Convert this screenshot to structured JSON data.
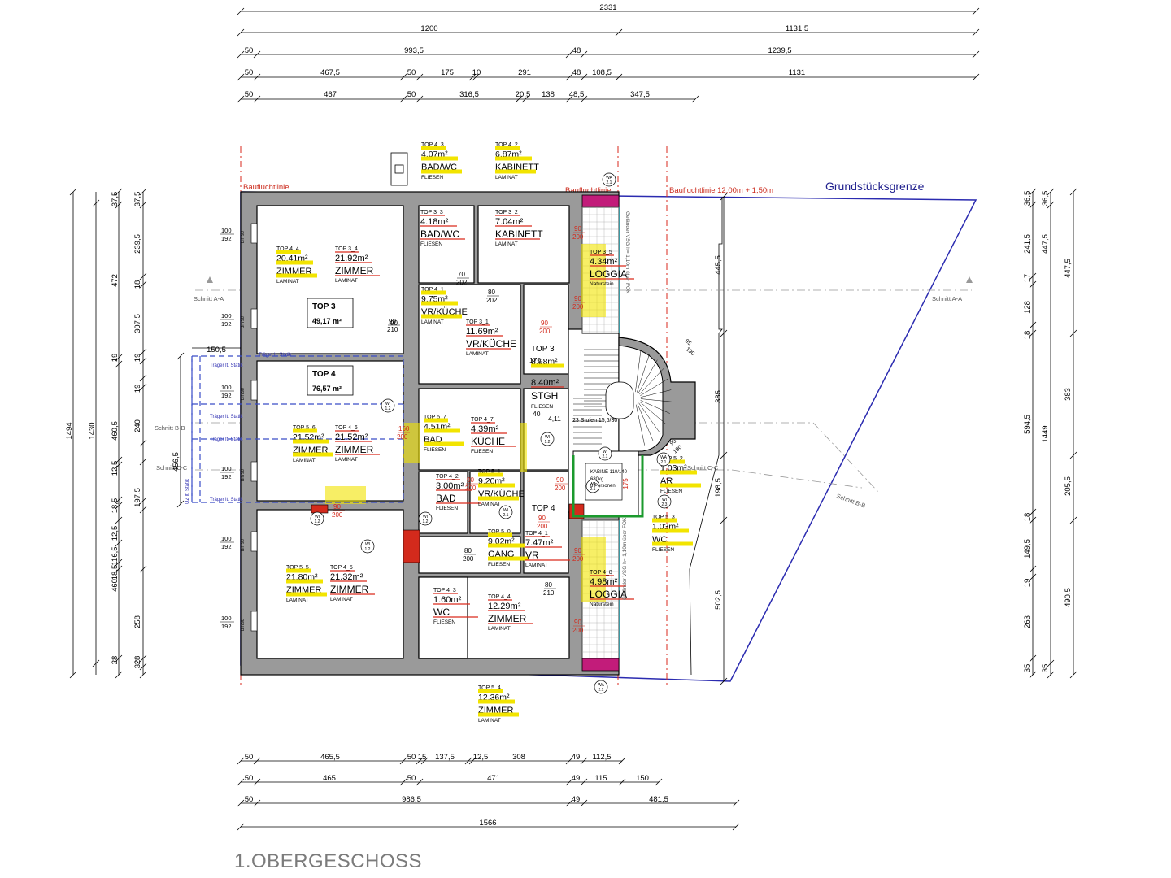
{
  "floor_title": "1.OBERGESCHOSS",
  "boundary": {
    "grundstuecksgrenze": "Grundstücksgrenze",
    "baufluchtlinie_left": "Baufluchtlinie",
    "baufluchtlinie_mid": "Baufluchtlinie",
    "baufluchtlinie_right": "Baufluchtlinie 12,00m + 1,50m"
  },
  "sections": {
    "a_left": "Schnitt A-A",
    "a_right": "Schnitt A-A",
    "b_left": "Schnitt B-B",
    "b_right": "Schnitt B-B",
    "c_left": "Schnitt C-C",
    "c_right": "Schnitt C-C"
  },
  "top_dims": [
    [
      "2331"
    ],
    [
      "1200",
      "1131,5"
    ],
    [
      "50",
      "993,5",
      "48",
      "1239,5"
    ],
    [
      "50",
      "467,5",
      "50",
      "175",
      "10",
      "291",
      "48",
      "108,5",
      "1131"
    ],
    [
      "50",
      "467",
      "50",
      "316,5",
      "20,5",
      "138",
      "48,5",
      "347,5"
    ]
  ],
  "bottom_dims": [
    [
      "50",
      "465,5",
      "50",
      "15",
      "137,5",
      "12,5",
      "308",
      "49",
      "112,5"
    ],
    [
      "50",
      "465",
      "50",
      "471",
      "49",
      "115",
      "150"
    ],
    [
      "50",
      "986,5",
      "49",
      "481,5"
    ],
    [
      "1566"
    ]
  ],
  "left_dims": {
    "col1": [
      "1494"
    ],
    "col2": [
      "1430"
    ],
    "col3": [
      "37,5",
      "472",
      "19",
      "460,5",
      "12,5",
      "18,5",
      "12,5",
      "116,5",
      "18,5",
      "460",
      "28"
    ],
    "col4": [
      "37,5",
      "239,5",
      "18",
      "307,5",
      "19",
      "240",
      "19",
      "197,5",
      "28",
      "258",
      "32"
    ],
    "extra": [
      "150,5",
      "456,5"
    ]
  },
  "right_dims": {
    "col1": [
      "36,5",
      "241,5",
      "17",
      "128",
      "18",
      "594,5",
      "18",
      "149,5",
      "19",
      "263",
      "35"
    ],
    "col2": [
      "36,5",
      "447,5",
      "383",
      "205,5",
      "490,5",
      "35"
    ],
    "col3": [
      "1449"
    ],
    "inner": [
      "445,5",
      "385",
      "198,5",
      "502,5"
    ]
  },
  "window_marks": {
    "top": "100",
    "bottom": "192",
    "side": "Brh 98"
  },
  "plate_labels": [
    "Träger lt. Statik",
    "Träger lt. Statik",
    "Träger lt. Statik",
    "Träger lt. Statik",
    "Träger lt. Statik",
    "UZ lt. Statik"
  ],
  "apartments": [
    {
      "name": "TOP 3",
      "area": "49,17 m²"
    },
    {
      "name": "TOP 4",
      "area": "76,57 m²"
    }
  ],
  "rooms": [
    {
      "old_id": "TOP 4_4",
      "old_area": "20.41m²",
      "old_name": "ZIMMER",
      "old_floor": "LAMINAT",
      "id": "TOP 3_4",
      "area": "21.92m²",
      "name": "ZIMMER",
      "floor": "LAMINAT"
    },
    {
      "old_id": "TOP 4_3",
      "old_area": "4.07m²",
      "old_name": "BAD/WC",
      "old_floor": "FLIESEN",
      "id": "TOP 3_3",
      "area": "4.18m²",
      "name": "BAD/WC",
      "floor": "FLIESEN"
    },
    {
      "old_id": "TOP 4_2",
      "old_area": "6.87m²",
      "old_name": "KABINETT",
      "old_floor": "LAMINAT",
      "id": "TOP 3_2",
      "area": "7.04m²",
      "name": "KABINETT",
      "floor": "LAMINAT"
    },
    {
      "id": "TOP 3_5",
      "area": "4.34m²",
      "name": "LOGGIA",
      "floor": "Naturstein"
    },
    {
      "old_id": "TOP 4_1",
      "old_area": "9.75m²",
      "old_name": "VR/KÜCHE",
      "old_floor": "LAMINAT",
      "id": "TOP 3_1",
      "area": "11.69m²",
      "name": "VR/KÜCHE",
      "floor": "LAMINAT"
    },
    {
      "tag": "TOP 3",
      "old_area": "8.98m²",
      "area": "8.40m²",
      "name": "STGH",
      "floor": "FLIESEN",
      "level": "+4,11",
      "stairs": "23 Stufen 15,6/30"
    },
    {
      "old_id": "TOP 5_6",
      "old_area": "21.52m²",
      "old_name": "ZIMMER",
      "old_floor": "LAMINAT",
      "id": "TOP 4_6",
      "area": "21.52m²",
      "name": "ZIMMER",
      "floor": "LAMINAT"
    },
    {
      "old_id": "TOP 5_7",
      "old_area": "4.51m²",
      "old_name": "BAD",
      "old_floor": "FLIESEN",
      "id": "TOP 4_7",
      "area": "4.39m²",
      "name": "KÜCHE",
      "floor": "FLIESEN"
    },
    {
      "id": "TOP 4_2",
      "area": "3.00m²",
      "name": "BAD",
      "floor": "FLIESEN"
    },
    {
      "old_id": "TOP 5_1",
      "old_area": "9.20m²",
      "old_name": "VR/KÜCHE",
      "old_floor": "LAMINAT",
      "tag": "TOP 4"
    },
    {
      "old_id": "TOP 5_0",
      "old_area": "9.02m²",
      "old_name": "GANG",
      "old_floor": "FLIESEN",
      "id": "TOP 4_1",
      "area": "7.47m²",
      "name": "VR",
      "floor": "LAMINAT"
    },
    {
      "old_id": "TOP 5_2",
      "old_area": "1.03m²",
      "old_name": "AR",
      "old_floor": "FLIESEN"
    },
    {
      "old_id": "TOP 5_3",
      "old_area": "1.03m²",
      "old_name": "WC",
      "old_floor": "FLIESEN"
    },
    {
      "old_id": "TOP 5_5",
      "old_area": "21.80m²",
      "old_name": "ZIMMER",
      "old_floor": "LAMINAT",
      "id": "TOP 4_5",
      "area": "21.32m²",
      "name": "ZIMMER",
      "floor": "LAMINAT"
    },
    {
      "id": "TOP 4_3",
      "area": "1.60m²",
      "name": "WC",
      "floor": "FLIESEN"
    },
    {
      "id": "TOP 4_4",
      "area": "12.29m²",
      "name": "ZIMMER",
      "floor": "LAMINAT"
    },
    {
      "id": "TOP 4_8",
      "area": "4.98m²",
      "name": "LOGGIA",
      "floor": "Naturstein"
    },
    {
      "old_id": "TOP 5_4",
      "old_area": "12.36m²",
      "old_name": "ZIMMER",
      "old_floor": "LAMINAT"
    }
  ],
  "doors": [
    "90/210",
    "90/200",
    "90/200",
    "80/202",
    "70/202",
    "160/200",
    "90/200",
    "90/200",
    "80/200",
    "80/210",
    "90/200",
    "90/200",
    "90/200",
    "90/200",
    "90/200"
  ],
  "elevator": {
    "label": "KABINE 110/140",
    "load": "630kg",
    "persons": "8 Personen",
    "width": "175"
  },
  "railing": "Geländer VSG h= 1,10m über FOK",
  "wall_marks": [
    "WA 2.1",
    "WA 2.1",
    "WI 1.2",
    "WI 1.2",
    "WI 1.2",
    "WI 1.2",
    "WI 2.1",
    "WI 2.1",
    "WI 2.3",
    "WA 2.1",
    "WA 2.1",
    "WI 1.2"
  ],
  "stair_dims": [
    "95",
    "190",
    "95",
    "190"
  ],
  "misc": [
    "170",
    "40",
    "90"
  ]
}
